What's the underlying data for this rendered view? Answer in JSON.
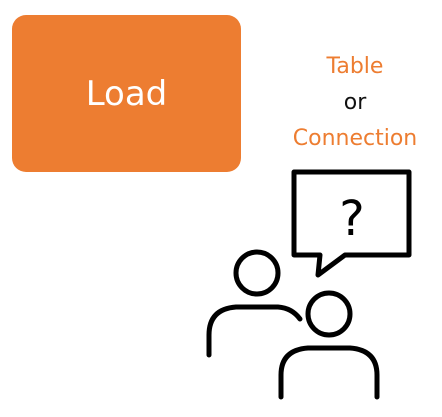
{
  "load_box": {
    "label": "Load",
    "color": "#ED7D31",
    "text_color": "#FFFFFF"
  },
  "question": {
    "line1": "Table",
    "line2": "or",
    "line3": "Connection",
    "highlight_color": "#ED7D31",
    "plain_color": "#111111"
  },
  "illustration": {
    "icon": "people-conversation-question-icon",
    "bubble_glyph": "?"
  }
}
